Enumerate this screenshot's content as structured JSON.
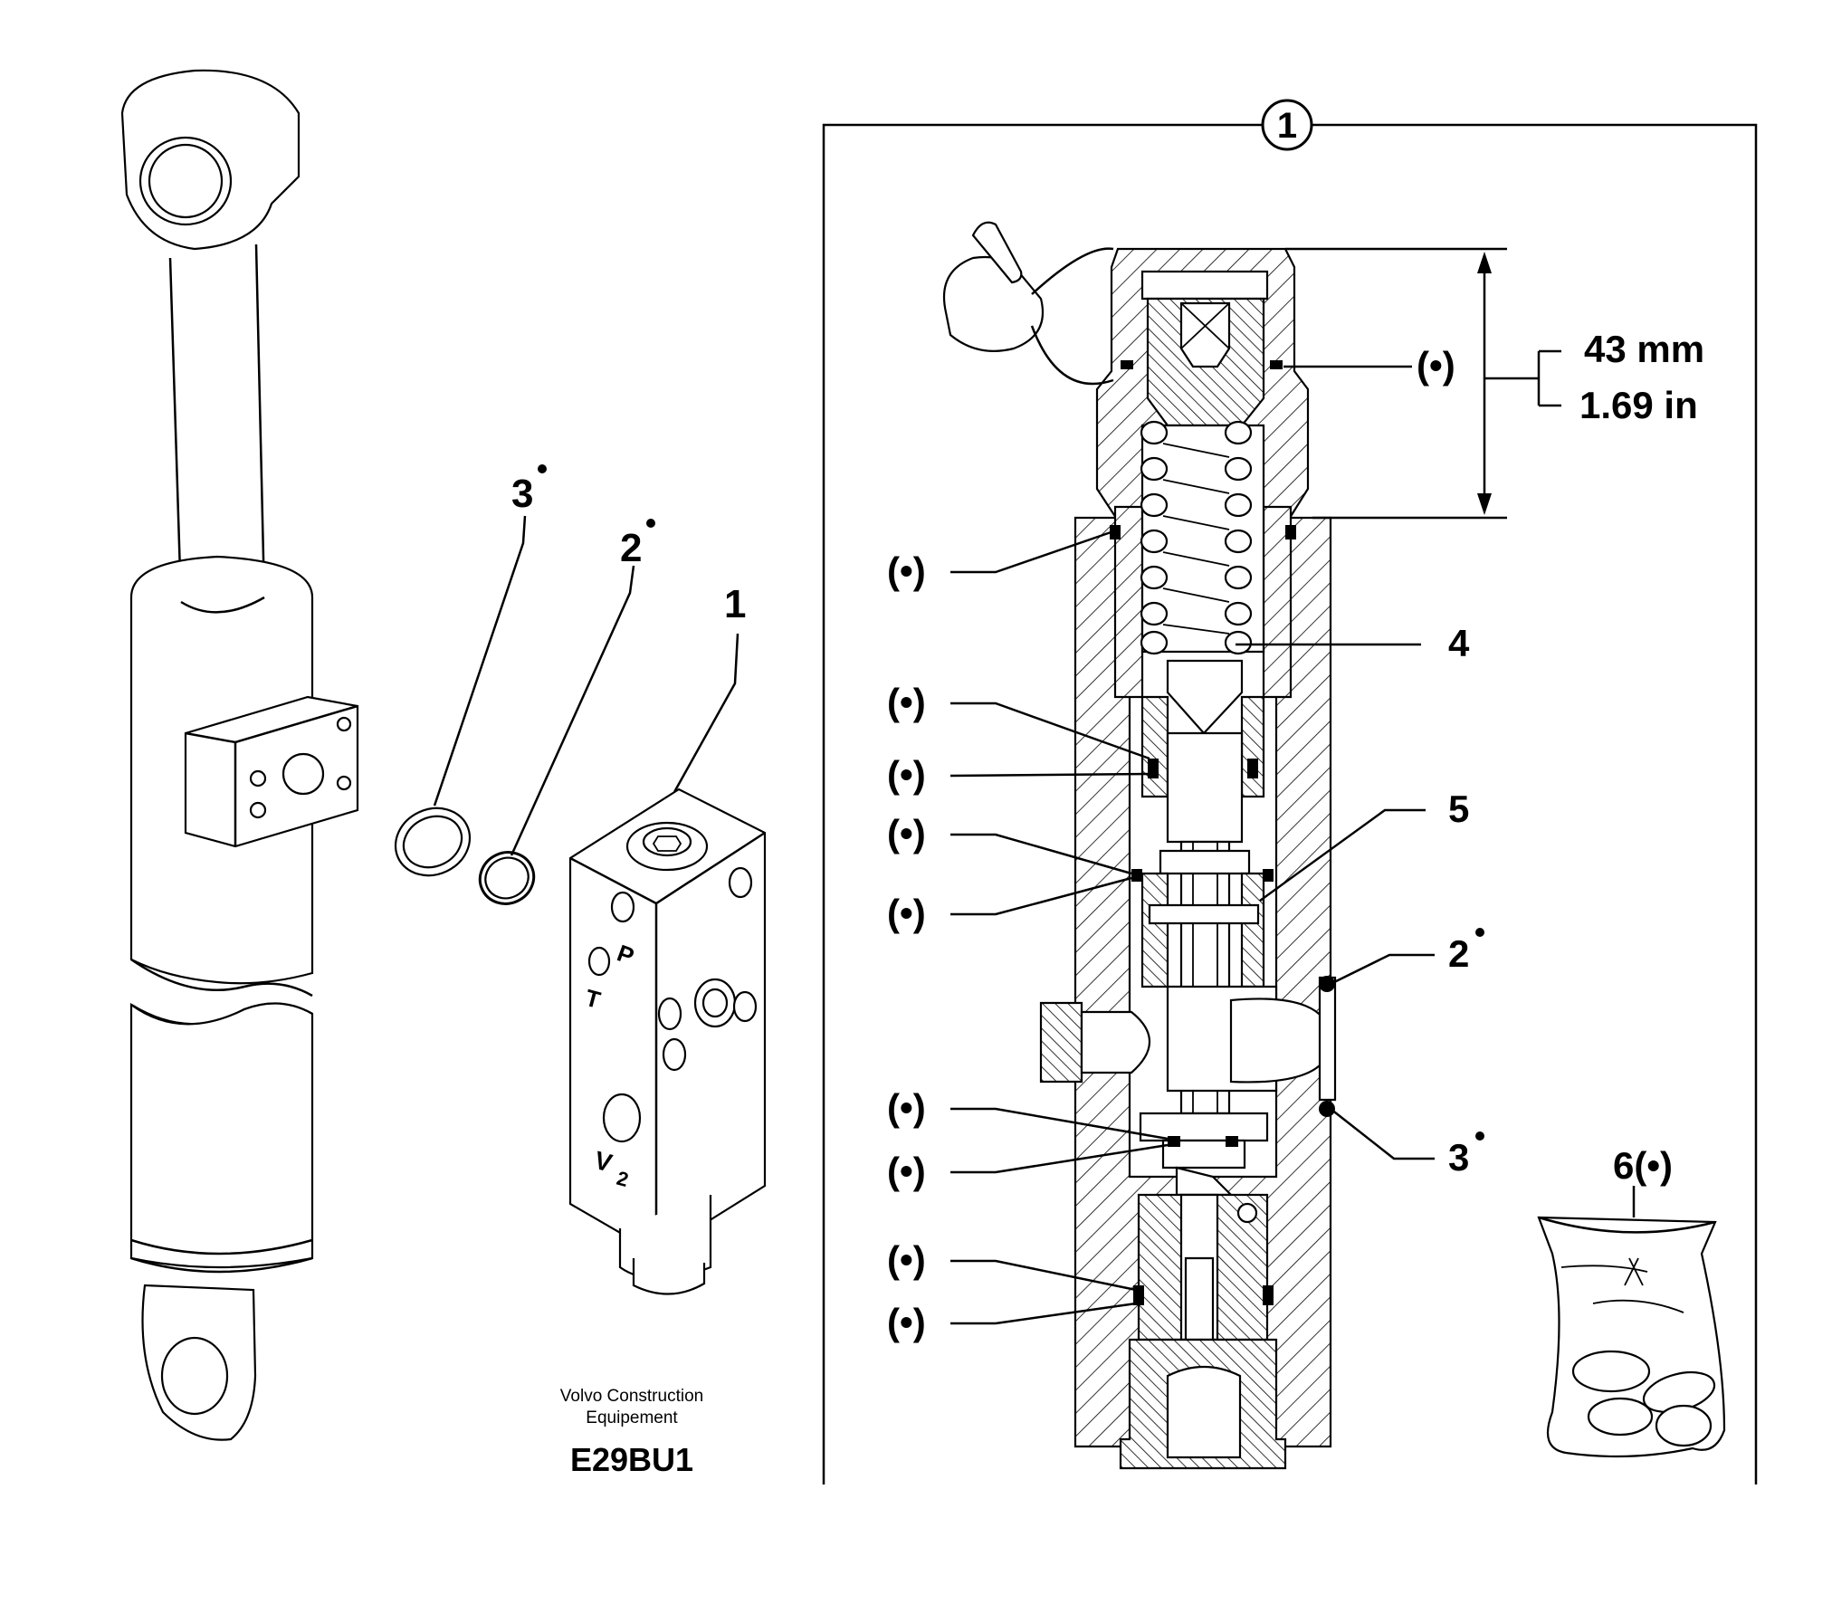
{
  "callouts": {
    "ring3": "3",
    "ring2": "2",
    "block1": "1",
    "section": "1",
    "dim_val": "43 mm",
    "dim_in": "1.69 in",
    "c4": "4",
    "c5": "5",
    "c2": "2",
    "c3": "3",
    "c6": "6(•)",
    "dot": "(•)"
  },
  "block_marks": {
    "p": "P",
    "t": "T",
    "v": "V",
    "v_sub": "2"
  },
  "brand": {
    "line1": "Volvo Construction",
    "line2": "Equipement",
    "code": "E29BU1"
  }
}
